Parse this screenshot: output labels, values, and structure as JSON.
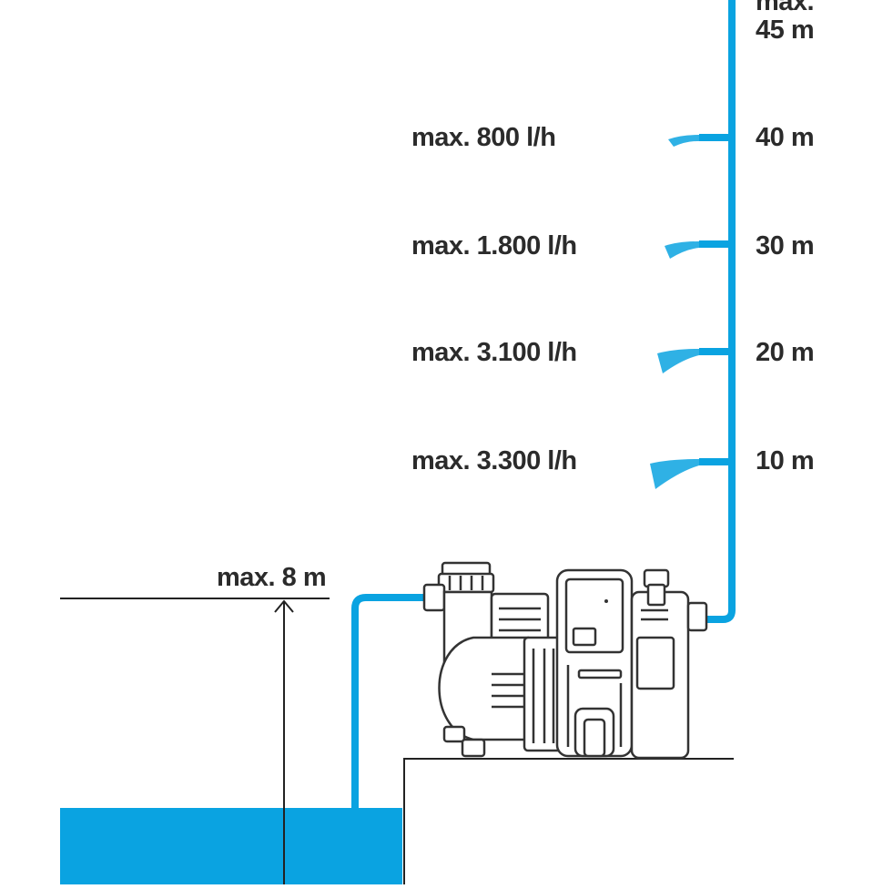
{
  "colors": {
    "water": "#0aa3e1",
    "ink": "#2b2b2b",
    "pump_outline": "#333333",
    "pump_fill": "#ffffff"
  },
  "top_label": {
    "line1": "max.",
    "line2": "45 m"
  },
  "outlets": [
    {
      "flow": "max. 800 l/h",
      "height": "40 m"
    },
    {
      "flow": "max. 1.800 l/h",
      "height": "30 m"
    },
    {
      "flow": "max. 3.100 l/h",
      "height": "20 m"
    },
    {
      "flow": "max. 3.300 l/h",
      "height": "10 m"
    }
  ],
  "suction_label": "max. 8 m",
  "icons": {
    "pump": "garden-pump-icon",
    "spray": "water-spray-icon",
    "arrow": "arrow-up-icon"
  }
}
